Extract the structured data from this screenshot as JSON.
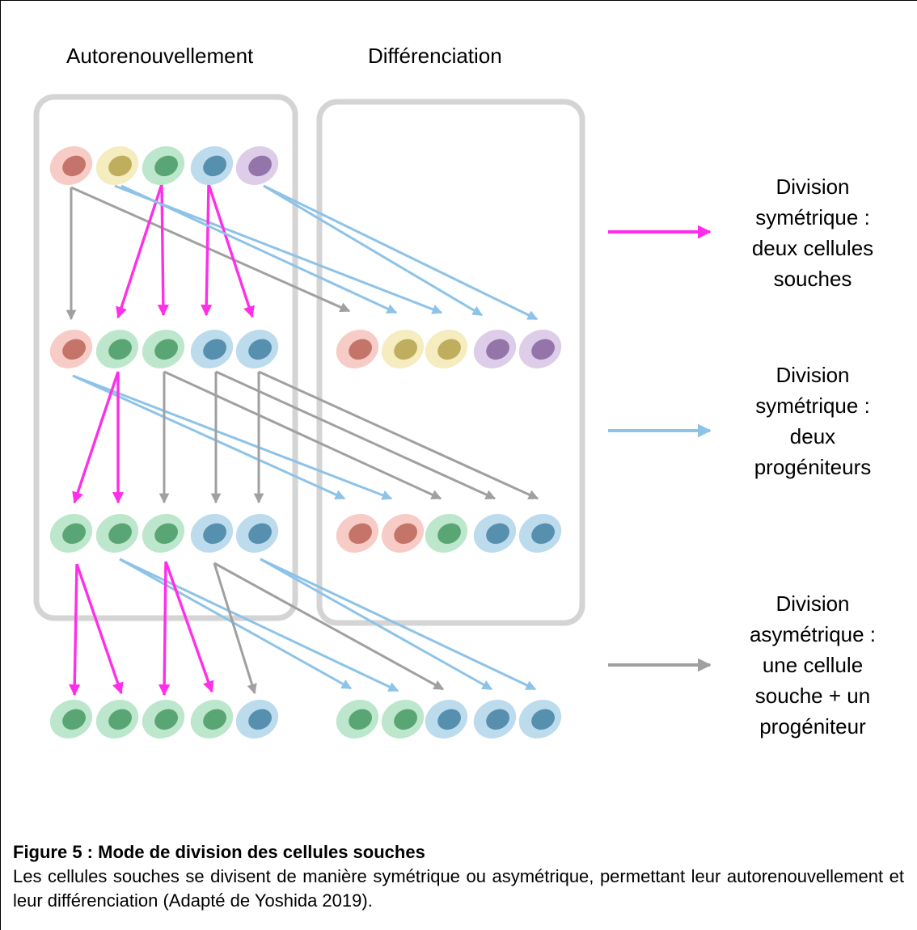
{
  "columns": {
    "left_title": "Autorenouvellement",
    "right_title": "Différenciation"
  },
  "colors": {
    "panel_border": "#d4d4d4",
    "symmetric_stem": "#ff2ee8",
    "symmetric_progenitor": "#8ec3e8",
    "asymmetric": "#a0a0a0",
    "cell_red": "#f08d80",
    "cell_yellow": "#e9d472",
    "cell_green": "#6cc98e",
    "cell_blue": "#6aaed6",
    "cell_purple": "#b58fcf"
  },
  "legend": [
    {
      "kind": "magenta",
      "text": "Division\nsymétrique :\ndeux cellules\nsouches"
    },
    {
      "kind": "blue",
      "text": "Division\nsymétrique :\ndeux\nprogéniteurs"
    },
    {
      "kind": "gray",
      "text": "Division\nasymétrique :\nune cellule\nsouche + un\nprogéniteur"
    }
  ],
  "rows": [
    {
      "left": [
        "red",
        "yellow",
        "green",
        "blue",
        "purple"
      ],
      "right": []
    },
    {
      "left": [
        "red",
        "green",
        "green",
        "blue",
        "blue"
      ],
      "right": [
        "red",
        "yellow",
        "yellow",
        "purple",
        "purple"
      ]
    },
    {
      "left": [
        "green",
        "green",
        "green",
        "blue",
        "blue"
      ],
      "right": [
        "red",
        "red",
        "green",
        "blue",
        "blue"
      ]
    },
    {
      "left": [
        "green",
        "green",
        "green",
        "green",
        "blue"
      ],
      "right": [
        "green",
        "green",
        "blue",
        "blue",
        "blue"
      ]
    }
  ],
  "caption": {
    "title": "Figure 5 : Mode de division des cellules souches",
    "body": "Les cellules souches se divisent de manière symétrique ou asymétrique, permettant leur autorenouvellement et leur différenciation (Adapté de Yoshida 2019)."
  }
}
